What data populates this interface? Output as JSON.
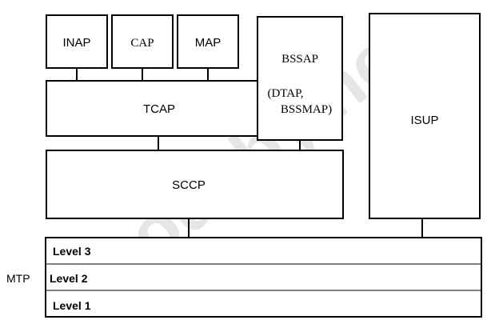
{
  "diagram": {
    "blocks": {
      "inap": "INAP",
      "cap": "CAP",
      "map": "MAP",
      "bssap_title": "BSSAP",
      "bssap_sub1": "(DTAP,",
      "bssap_sub2": "BSSMAP)",
      "tcap": "TCAP",
      "sccp": "SCCP",
      "isup": "ISUP"
    },
    "mtp": {
      "label": "MTP",
      "levels": [
        "Level 3",
        "Level 2",
        "Level 1"
      ]
    }
  },
  "watermark": {
    "text": "codeby.net",
    "color": "#e6e6e6"
  },
  "colors": {
    "stroke": "#000000",
    "fill": "#ffffff",
    "text": "#000000"
  }
}
